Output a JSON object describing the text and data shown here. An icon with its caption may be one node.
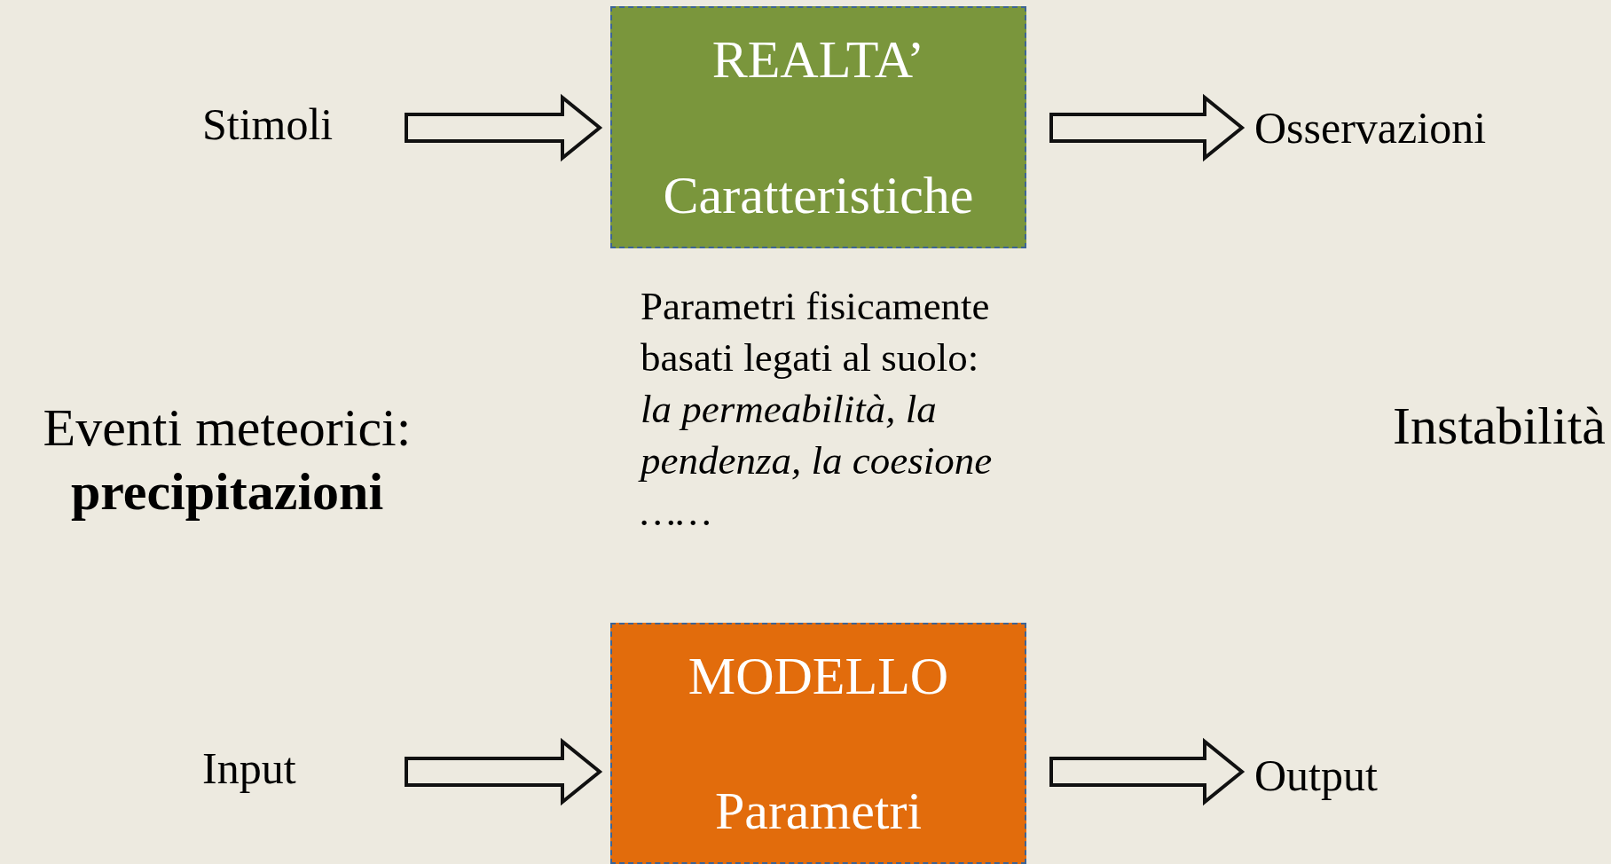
{
  "diagram": {
    "nodes": [
      {
        "text": [
          "Stimoli"
        ]
      },
      {
        "text": [
          "REALTA’",
          "Caratteristiche"
        ]
      },
      {
        "text": [
          "Osservazioni"
        ]
      },
      {
        "text": [
          "Input"
        ]
      },
      {
        "text": [
          "MODELLO",
          "Parametri"
        ]
      },
      {
        "text": [
          "Output"
        ]
      }
    ],
    "edges": [
      {
        "from": 0,
        "to": 1,
        "arrow": "to"
      },
      {
        "from": 1,
        "to": 2,
        "arrow": "to"
      },
      {
        "from": 3,
        "to": 4,
        "arrow": "to"
      },
      {
        "from": 4,
        "to": 5,
        "arrow": "to"
      }
    ],
    "labels": [
      "Parametri fisicamente basati legati al suolo: *la permeabilità, la pendenza, la coesione ……*",
      "Eventi meteorici: **precipitazioni**",
      "Instabilità"
    ]
  }
}
